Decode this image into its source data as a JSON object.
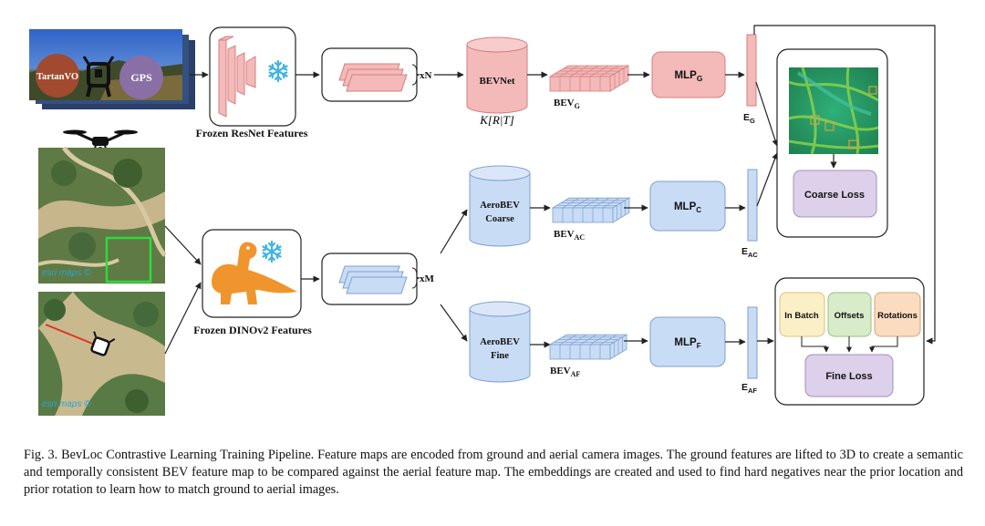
{
  "ground": {
    "sensor_tartanvo": "TartanVO",
    "sensor_gps": "GPS",
    "frozen_resnet_label": "Frozen ResNet Features",
    "repeat_n": "xN",
    "bevnet_label": "BEVNet",
    "bevnet_math": "K[R|T]",
    "bev_g": "BEV",
    "bev_g_sub": "G",
    "mlp_g": "MLP",
    "mlp_g_sub": "G",
    "e_g": "E",
    "e_g_sub": "G"
  },
  "aerial": {
    "frozen_dino_label": "Frozen DINOv2 Features",
    "repeat_m": "xM",
    "coarse_label_1": "AeroBEV",
    "coarse_label_2": "Coarse",
    "fine_label_1": "AeroBEV",
    "fine_label_2": "Fine",
    "bev_ac": "BEV",
    "bev_ac_sub": "AC",
    "bev_af": "BEV",
    "bev_af_sub": "AF",
    "mlp_c": "MLP",
    "mlp_c_sub": "C",
    "mlp_f": "MLP",
    "mlp_f_sub": "F",
    "e_ac": "E",
    "e_ac_sub": "AC",
    "e_af": "E",
    "e_af_sub": "AF",
    "map_watermark_1": "esri maps ©",
    "map_watermark_2": "esri maps ©"
  },
  "losses": {
    "coarse_loss": "Coarse Loss",
    "in_batch": "In Batch",
    "offsets": "Offsets",
    "rotations": "Rotations",
    "fine_loss": "Fine Loss"
  },
  "caption": {
    "text": "Fig. 3.   BevLoc Contrastive Learning Training Pipeline. Feature maps are encoded from ground and aerial camera images. The ground features are lifted to 3D to create a semantic and temporally consistent BEV feature map to be compared against the aerial feature map. The embeddings are created and used to find hard negatives near the prior location and prior rotation to learn how to match ground to aerial images."
  },
  "colors": {
    "ground_fill": "#f4b9b9",
    "ground_stroke": "#d67f7f",
    "aerial_fill": "#c9dcf5",
    "aerial_stroke": "#7ea0cf",
    "loss_fill": "#ddd0ea",
    "in_batch_fill": "#fbefc6",
    "offsets_fill": "#d8ecc9",
    "rotations_fill": "#fbdcc0",
    "dino_orange": "#f0952e",
    "snowflake": "#3fb4e8"
  }
}
